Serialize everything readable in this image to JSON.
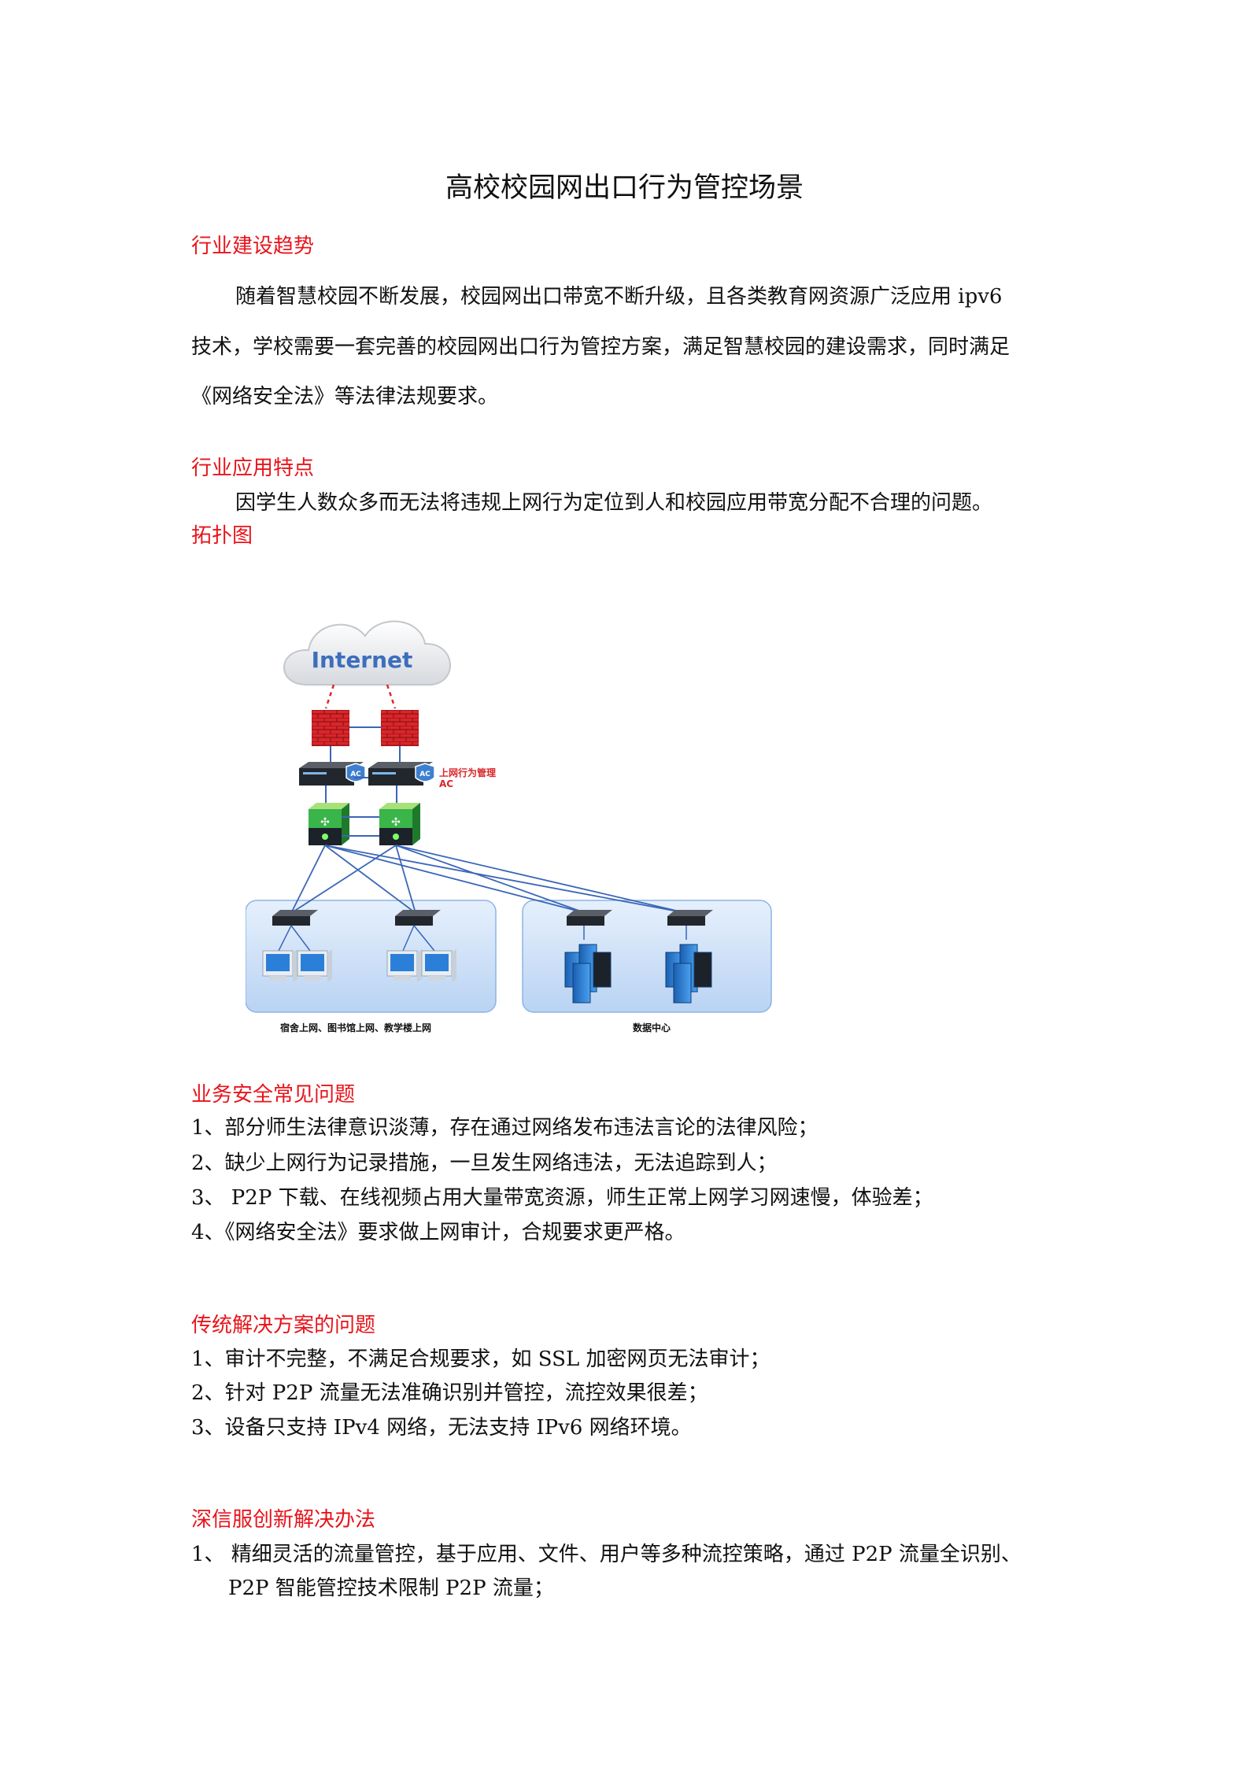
{
  "title": "高校校园网出口行为管控场景",
  "sections": {
    "trend": {
      "heading": "行业建设趋势",
      "lines": [
        "随着智慧校园不断发展，校园网出口带宽不断升级，且各类教育网资源广泛应用 ipv6",
        "技术，学校需要一套完善的校园网出口行为管控方案，满足智慧校园的建设需求，同时满足",
        "《网络安全法》等法律法规要求。"
      ]
    },
    "features": {
      "heading": "行业应用特点",
      "line": "因学生人数众多而无法将违规上网行为定位到人和校园应用带宽分配不合理的问题。"
    },
    "topology": {
      "heading": "拓扑图",
      "cloud_label": "Internet",
      "ac_badge": "AC",
      "ac_label_line1": "上网行为管理",
      "ac_label_line2": "AC",
      "left_zone_label": "宿舍上网、图书馆上网、教学楼上网",
      "right_zone_label": "数据中心"
    },
    "issues": {
      "heading": "业务安全常见问题",
      "items": [
        "1、部分师生法律意识淡薄，存在通过网络发布违法言论的法律风险；",
        "2、缺少上网行为记录措施，一旦发生网络违法，无法追踪到人；",
        "3、 P2P 下载、在线视频占用大量带宽资源，师生正常上网学习网速慢，体验差；",
        "4、《网络安全法》要求做上网审计，合规要求更严格。"
      ]
    },
    "traditional": {
      "heading": "传统解决方案的问题",
      "items": [
        "1、审计不完整，不满足合规要求，如 SSL 加密网页无法审计；",
        "2、针对 P2P 流量无法准确识别并管控，流控效果很差；",
        "3、设备只支持 IPv4 网络，无法支持 IPv6 网络环境。"
      ]
    },
    "solution": {
      "heading": "深信服创新解决办法",
      "item1_line1": "1、 精细灵活的流量管控，基于应用、文件、用户等多种流控策略，通过 P2P 流量全识别、",
      "item1_line2": "P2P 智能管控技术限制 P2P 流量；"
    }
  },
  "colors": {
    "heading": "#e8141b",
    "body_text": "#111111",
    "firewall": "#d9262a",
    "switch": "#39b54a",
    "link": "#3a66b8",
    "zone_fill": "#cfe1f7",
    "server": "#2f7fd6"
  }
}
